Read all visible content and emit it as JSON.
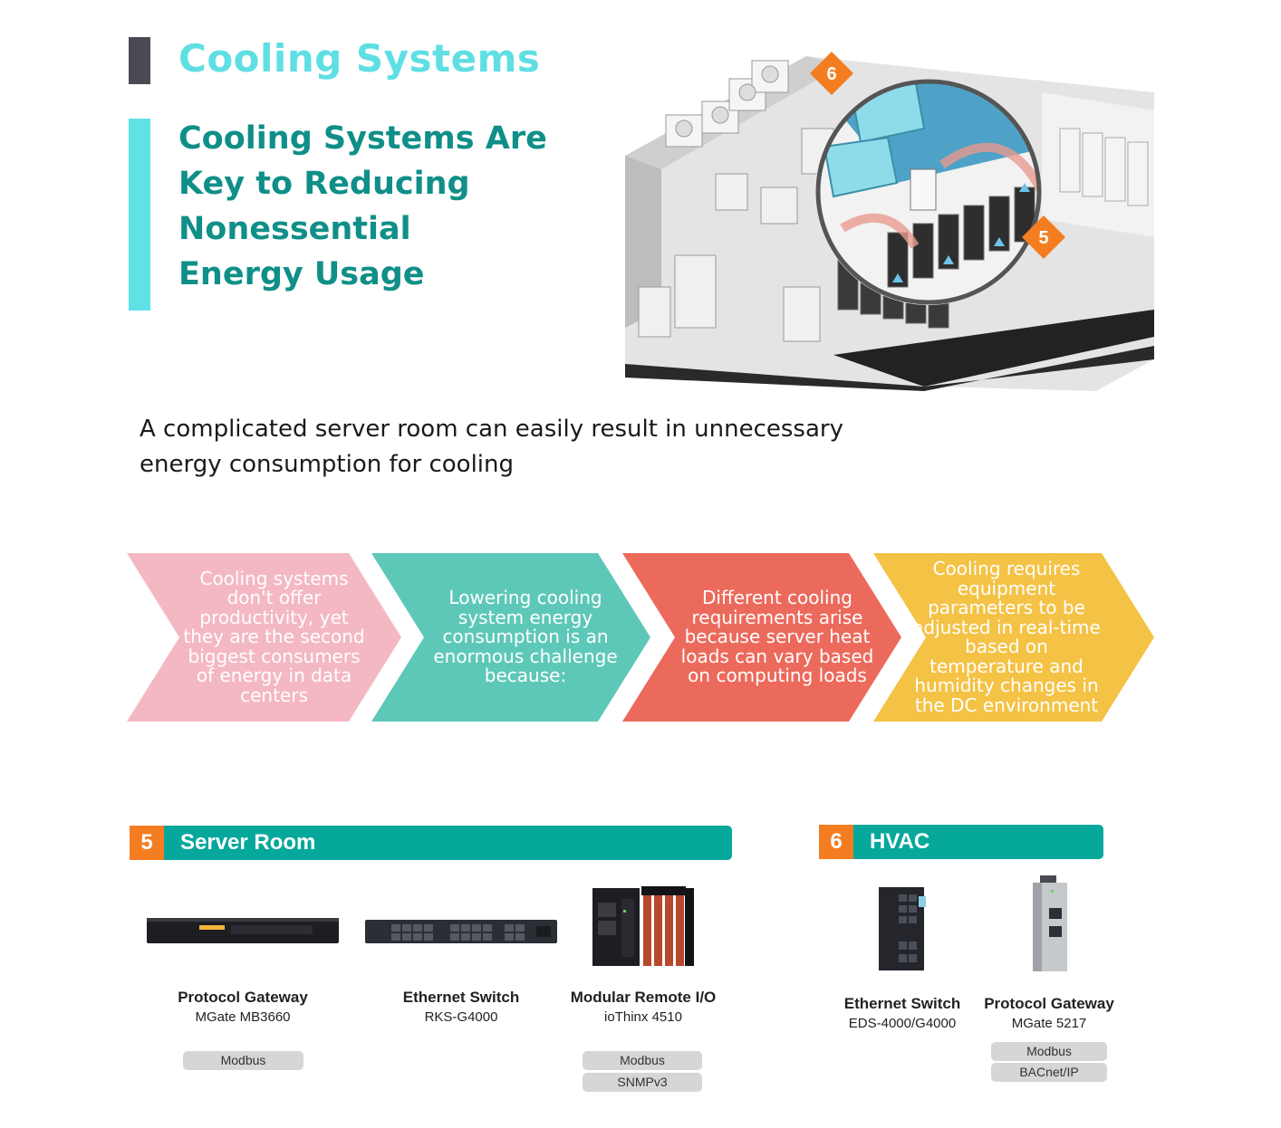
{
  "header": {
    "title": "Cooling Systems",
    "subtitle_lines": [
      "Cooling Systems Are",
      "Key to Reducing",
      "Nonessential",
      "Energy Usage"
    ]
  },
  "illustration": {
    "markers": [
      "6",
      "5"
    ],
    "accent_color": "#f47d21"
  },
  "intro": "A complicated server room can easily result in unnecessary energy consumption for cooling",
  "chevrons": [
    {
      "text": "Cooling systems don't offer productivity, yet they are the second biggest consumers of energy in data centers",
      "color": "#f4b8c3"
    },
    {
      "text": "Lowering cooling system energy consumption is an enormous challenge because:",
      "color": "#5ec8b8"
    },
    {
      "text": "Different cooling requirements arise because server heat loads can vary based on computing loads",
      "color": "#ec6a5c"
    },
    {
      "text": "Cooling requires equipment parameters to be adjusted in real-time based on temperature and humidity changes in the DC environment",
      "color": "#f4c245"
    }
  ],
  "sections": {
    "server_room": {
      "number": "5",
      "title": "Server Room",
      "products": [
        {
          "name": "Protocol Gateway",
          "model": "MGate MB3660",
          "protocols": [
            "Modbus"
          ]
        },
        {
          "name": "Ethernet Switch",
          "model": "RKS-G4000",
          "protocols": []
        },
        {
          "name": "Modular Remote I/O",
          "model": "ioThinx 4510",
          "protocols": [
            "Modbus",
            "SNMPv3"
          ]
        }
      ]
    },
    "hvac": {
      "number": "6",
      "title": "HVAC",
      "products": [
        {
          "name": "Ethernet Switch",
          "model": "EDS-4000/G4000",
          "protocols": []
        },
        {
          "name": "Protocol Gateway",
          "model": "MGate 5217",
          "protocols": [
            "Modbus",
            "BACnet/IP"
          ]
        }
      ]
    }
  },
  "colors": {
    "title": "#5fdfe4",
    "subtitle": "#0f8f88",
    "section_bar": "#06a89b",
    "section_number": "#f47d21"
  }
}
